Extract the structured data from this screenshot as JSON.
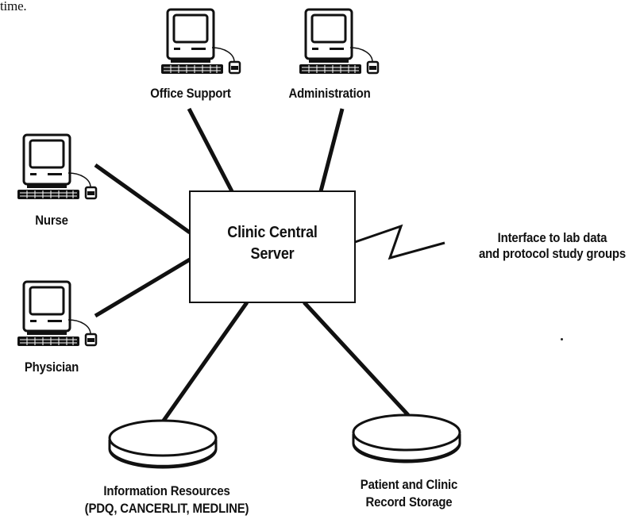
{
  "diagram": {
    "server": {
      "line1": "Clinic Central",
      "line2": "Server"
    },
    "clients": {
      "office_support": "Office Support",
      "administration": "Administration",
      "nurse": "Nurse",
      "physician": "Physician"
    },
    "interface": {
      "line1": "Interface to lab data",
      "line2": "and protocol study groups"
    },
    "storage": {
      "info_resources": {
        "line1": "Information Resources",
        "line2": "(PDQ, CANCERLIT, MEDLINE)"
      },
      "patient_records": {
        "line1": "Patient and Clinic",
        "line2": "Record Storage"
      }
    },
    "fragment": "time."
  }
}
